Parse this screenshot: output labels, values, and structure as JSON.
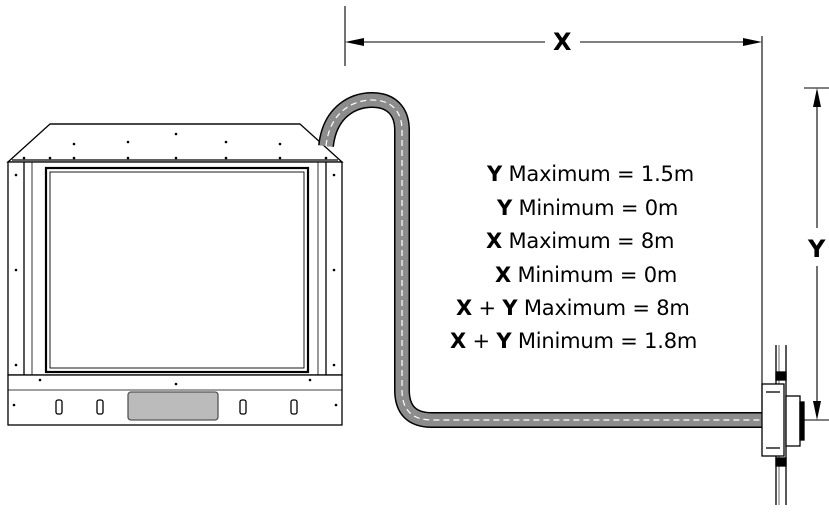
{
  "dimensions": {
    "x_label": "X",
    "y_label": "Y"
  },
  "specs": [
    {
      "var": "Y",
      "text": " Maximum = 1.5m"
    },
    {
      "var": "Y",
      "text": " Minimum = 0m"
    },
    {
      "var": "X",
      "text": " Maximum = 8m"
    },
    {
      "var": "X",
      "text": " Minimum = 0m"
    },
    {
      "var": "X",
      "plus": " + ",
      "var2": "Y",
      "text": " Maximum = 8m"
    },
    {
      "var": "X",
      "plus": " + ",
      "var2": "Y",
      "text": " Minimum = 1.8m"
    }
  ]
}
